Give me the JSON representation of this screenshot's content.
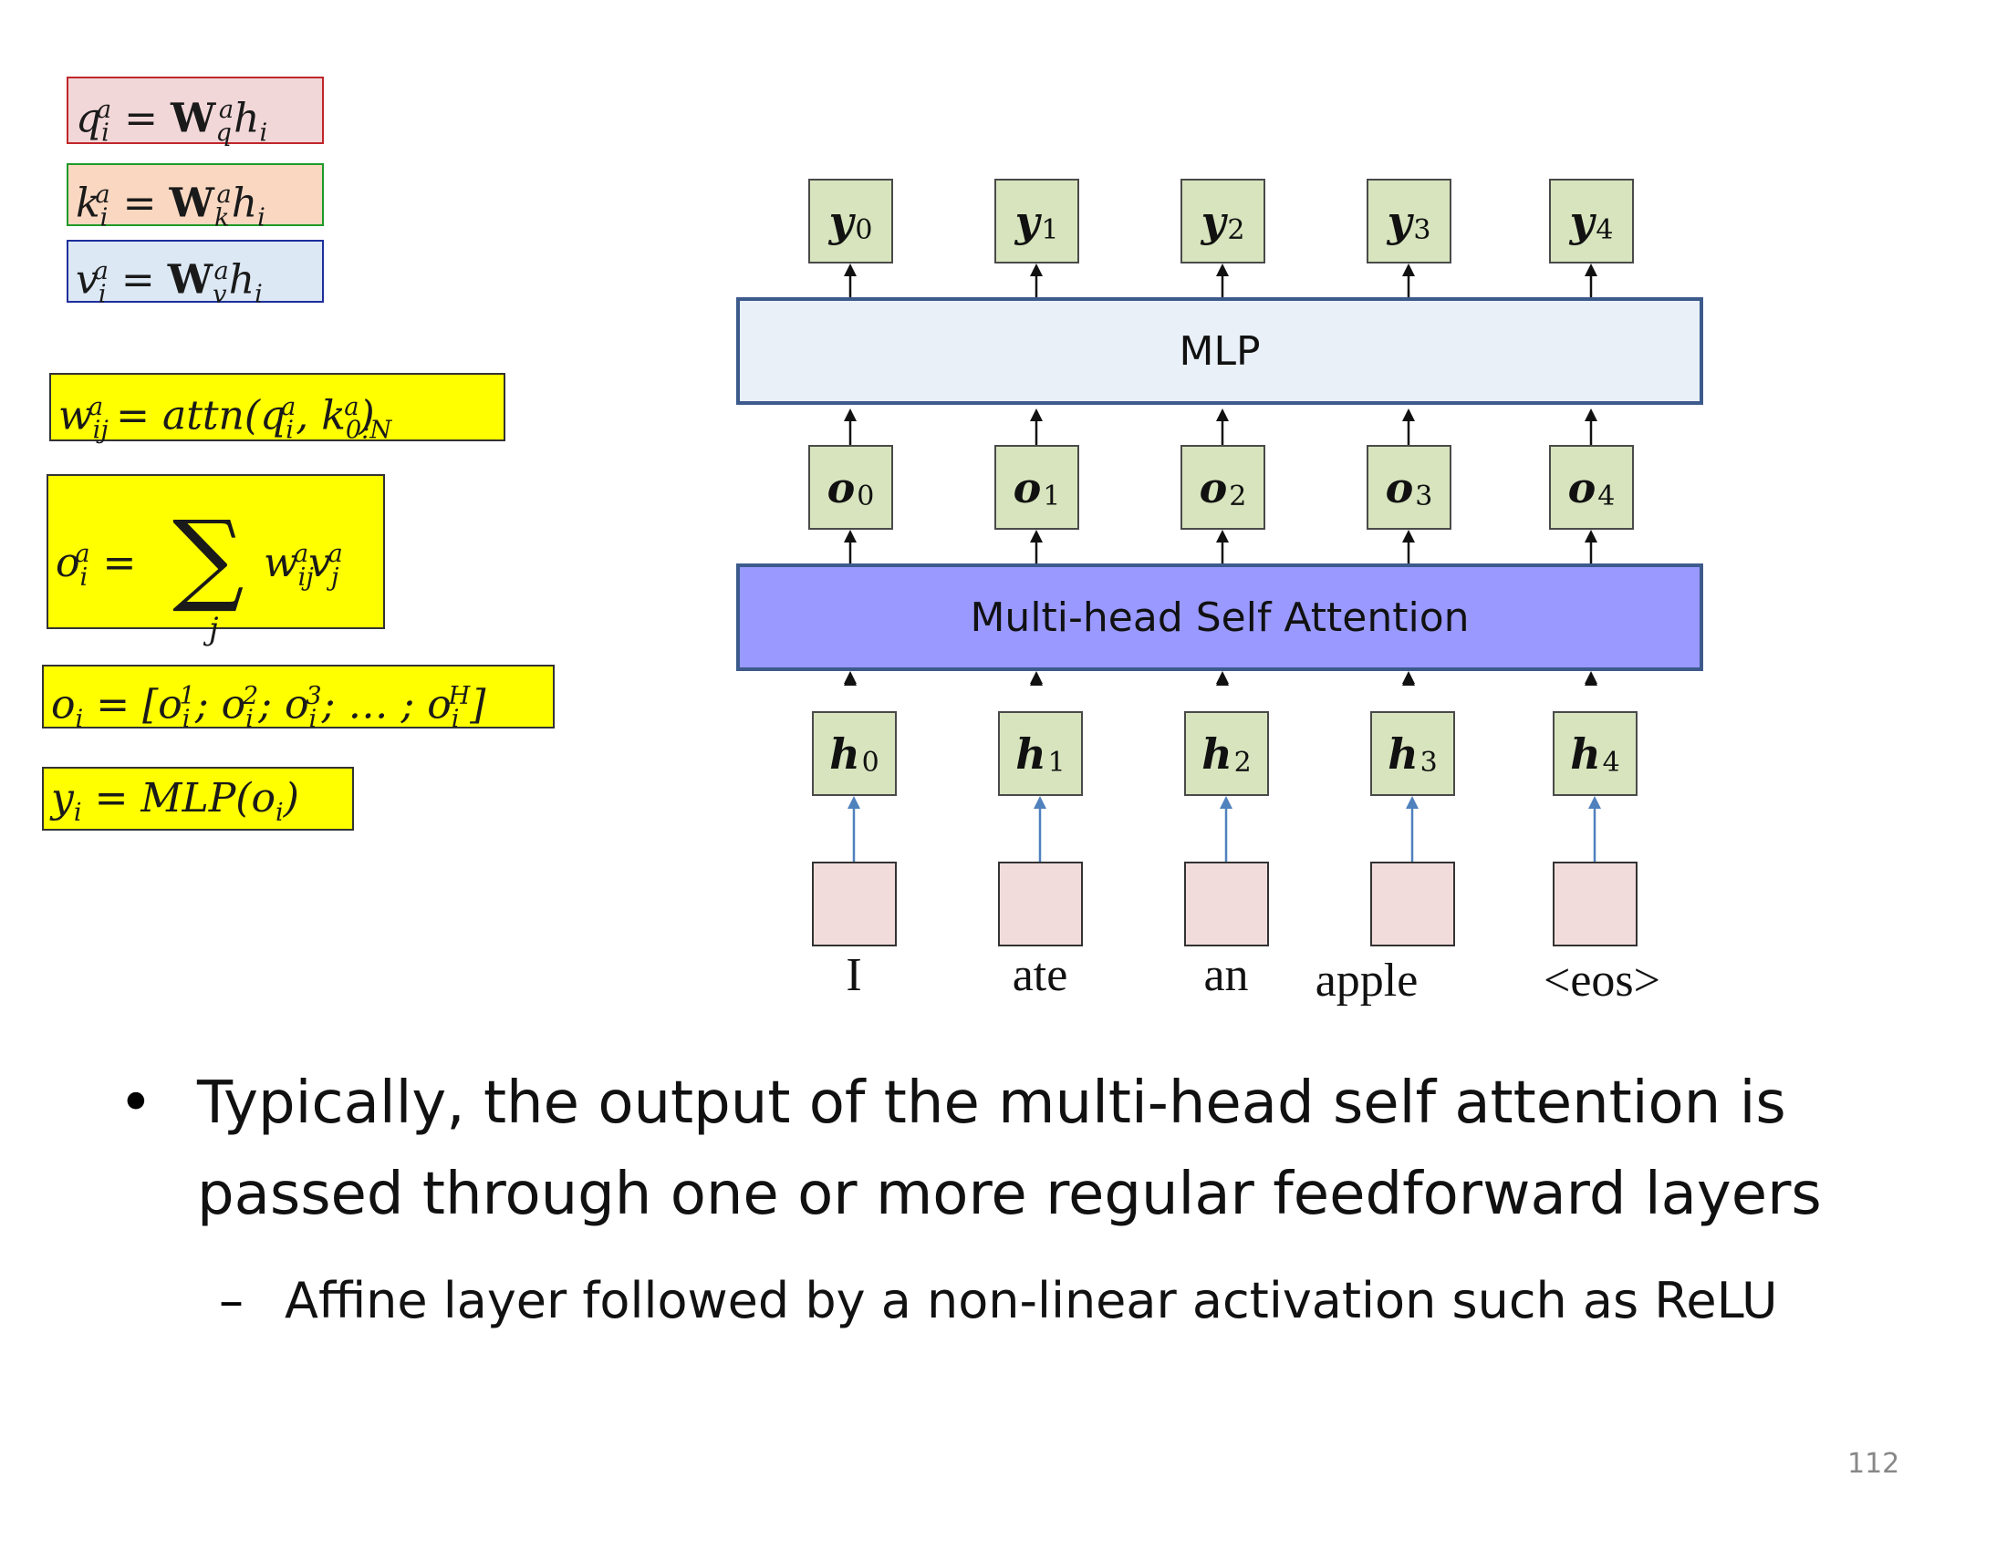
{
  "equations": {
    "q": "q_i^a = W_q^a h_i",
    "k": "k_i^a = W_k^a h_i",
    "v": "v_i^a = W_v^a h_i",
    "w": "w_ij^a = attn(q_i^a, k_0:N^a)",
    "o": "o_i^a = Σ_j w_ij^a v_j^a",
    "oi": "o_i = [o_i^1; o_i^2; o_i^3; …; o_i^H]",
    "y": "y_i = MLP(o_i)"
  },
  "diagram": {
    "mlp_label": "MLP",
    "attention_label": "Multi-head Self Attention",
    "outputs": [
      "y",
      "y",
      "y",
      "y",
      "y"
    ],
    "attn_outputs": [
      "o",
      "o",
      "o",
      "o",
      "o"
    ],
    "hidden": [
      "h",
      "h",
      "h",
      "h",
      "h"
    ],
    "indices": [
      "0",
      "1",
      "2",
      "3",
      "4"
    ],
    "words": [
      "I",
      "ate",
      "an",
      "apple",
      "<eos>"
    ]
  },
  "bullets": {
    "main": "Typically, the output of the multi-head self attention is passed through one or more regular feedforward layers",
    "sub": "Affine layer followed by a non-linear activation such as ReLU",
    "bullet_symbol": "•",
    "dash_symbol": "–"
  },
  "page_number": "112",
  "colors": {
    "node_fill": "#d7e4bd",
    "embedding_fill": "#f2dcdb",
    "attention_fill": "#9999ff",
    "mlp_fill": "#eaf0f8",
    "layer_border": "#3c5a8c",
    "equation_highlight": "#ffff00",
    "input_arrow": "#4f81bd"
  }
}
